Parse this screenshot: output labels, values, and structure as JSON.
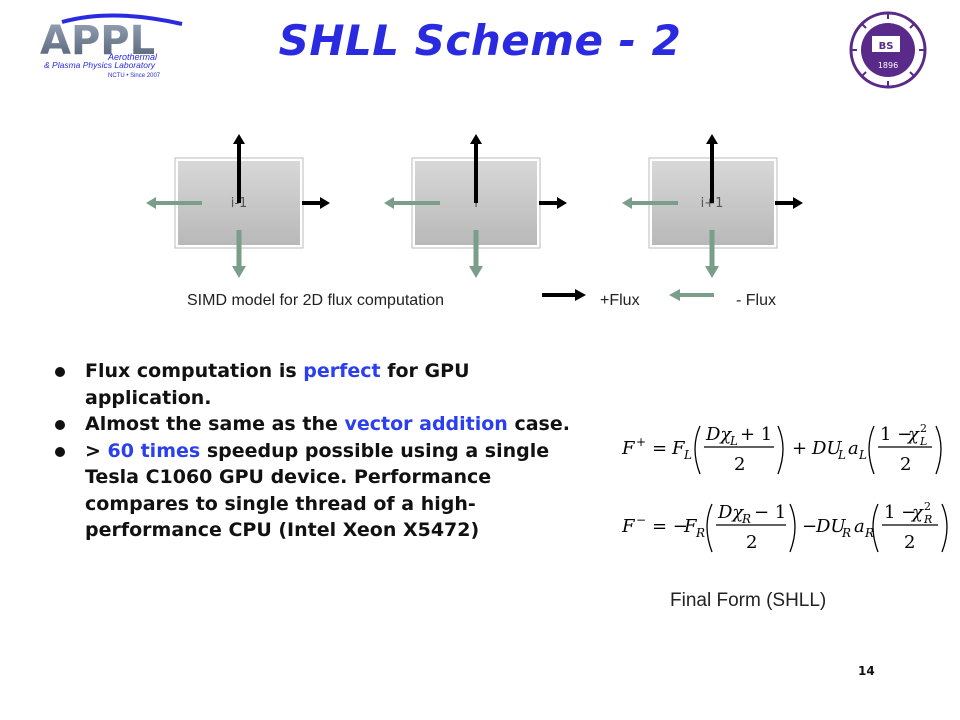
{
  "header": {
    "logo_main": "APPL",
    "logo_sub1": "Aerothermal",
    "logo_sub2": "& Plasma Physics Laboratory",
    "logo_sub3": "NCTU • Since 2007",
    "seal_year": "1896",
    "seal_initials": "BS",
    "title": "SHLL Scheme - 2"
  },
  "diagram": {
    "cells": [
      "i-1",
      "i",
      "i+1"
    ],
    "caption": "SIMD model for 2D flux computation",
    "legend_plus": "+Flux",
    "legend_minus": "- Flux",
    "colors": {
      "plus_flux": "#000000",
      "minus_flux": "#7a9e8a",
      "cell_fill": "#c8c8c8"
    }
  },
  "bullets": [
    {
      "before": "Flux computation is ",
      "highlight": "perfect",
      "after": " for GPU application."
    },
    {
      "before": "Almost the same as the ",
      "highlight": "vector addition",
      "after": " case."
    },
    {
      "before": "> ",
      "highlight": "60 times",
      "after": " speedup possible using a single Tesla C1060 GPU device. Performance compares to single thread of a high-performance CPU (Intel Xeon X5472)"
    }
  ],
  "equations": {
    "caption": "Final Form (SHLL)"
  },
  "page_number": "14",
  "colors": {
    "title": "#2a2ae0",
    "highlight": "#2a3ff0"
  }
}
